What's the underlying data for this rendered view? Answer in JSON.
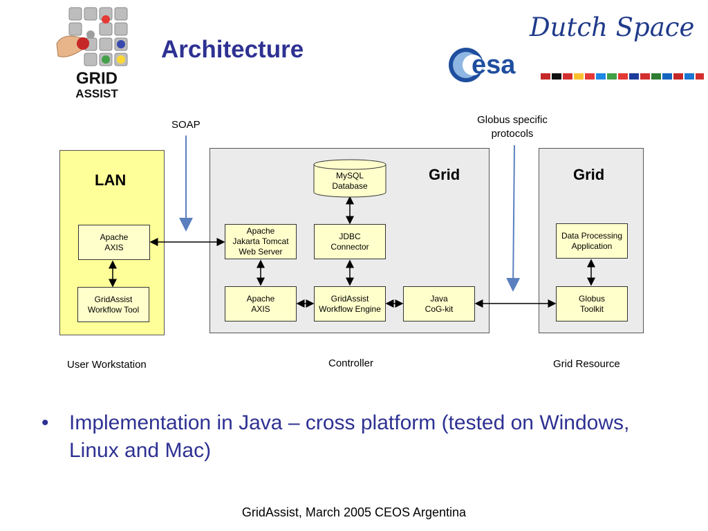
{
  "header": {
    "title": "Architecture",
    "brand": "Dutch Space",
    "logo_grid_assist": "GRID ASSIST",
    "logo_esa": "esa"
  },
  "diagram": {
    "soap_label": "SOAP",
    "globus_label": "Globus specific\nprotocols",
    "lan_heading": "LAN",
    "controller_heading": "Grid",
    "resource_heading": "Grid",
    "boxes": {
      "apache_axis_lan": "Apache\nAXIS",
      "gridassist_workflow_tool": "GridAssist\nWorkflow Tool",
      "mysql_database": "MySQL\nDatabase",
      "jakarta_tomcat": "Apache\nJakarta Tomcat\nWeb Server",
      "jdbc_connector": "JDBC\nConnector",
      "apache_axis_ctrl": "Apache\nAXIS",
      "workflow_engine": "GridAssist\nWorkflow Engine",
      "java_cog_kit": "Java\nCoG-kit",
      "data_processing": "Data Processing\nApplication",
      "globus_toolkit": "Globus\nToolkit"
    },
    "captions": {
      "user_workstation": "User Workstation",
      "controller": "Controller",
      "grid_resource": "Grid Resource"
    }
  },
  "bullets": [
    "Implementation in Java – cross platform (tested on Windows, Linux and Mac)"
  ],
  "footer": "GridAssist, March 2005 CEOS Argentina",
  "colors": {
    "title": "#2e3192",
    "lan_panel": "#ffff99",
    "box_fill": "#ffffcc",
    "grid_panel": "#ebebeb",
    "arrow_blue": "#5b7fbf"
  }
}
